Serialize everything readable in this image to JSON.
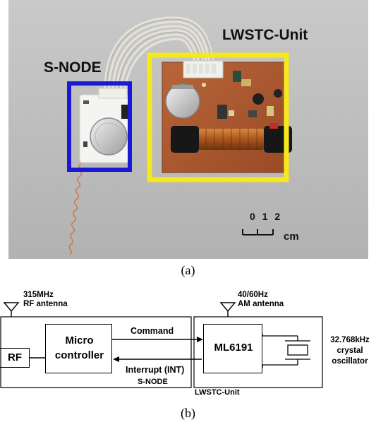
{
  "photo": {
    "label_lwstc": "LWSTC-Unit",
    "label_snode": "S-NODE",
    "scale_numbers": "0 1 2",
    "scale_unit": "cm",
    "highlight_colors": {
      "snode": "#1a1ad6",
      "lwstc": "#f5e81c"
    }
  },
  "captions": {
    "a": "(a)",
    "b": "(b)"
  },
  "diagram": {
    "rf_antenna": {
      "line1": "315MHz",
      "line2": "RF antenna"
    },
    "am_antenna": {
      "line1": "40/60Hz",
      "line2": "AM antenna"
    },
    "rf_block": "RF",
    "micro_block": {
      "line1": "Micro",
      "line2": "controller"
    },
    "ml_block": "ML6191",
    "command_label": "Command",
    "interrupt_label": "Interrupt (INT)",
    "snode_label": "S-NODE",
    "lwstc_label": "LWSTC-Unit",
    "crystal": {
      "line1": "32.768kHz",
      "line2": "crystal",
      "line3": "oscillator"
    }
  }
}
